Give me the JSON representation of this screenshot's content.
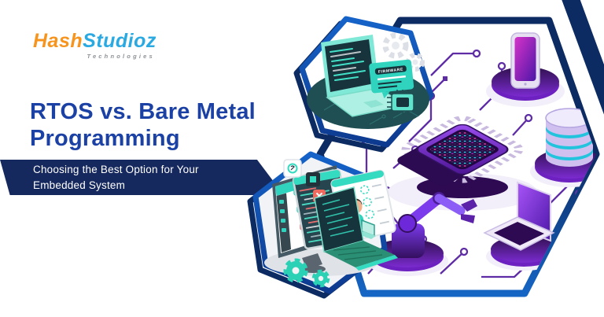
{
  "logo": {
    "brand_orange": "Hash",
    "brand_blue": "Studioz",
    "tagline": "Technologies"
  },
  "title": {
    "line1": "RTOS vs. Bare Metal",
    "line2": "Programming"
  },
  "subtitle_banner": {
    "line1": "Choosing the Best Option for Your",
    "line2": "Embedded System"
  },
  "illustration": {
    "firmware_card_label": "FIRMWARE",
    "icon_names": [
      "laptop-code-icon",
      "gear-icon",
      "firmware-card-icon",
      "microchip-icon",
      "cpu-chip-icon",
      "smartphone-icon",
      "database-icon",
      "robot-arm-icon",
      "purple-laptop-icon",
      "developer-figure",
      "monitor-flowchart-icon",
      "code-panel-icon",
      "circuit-traces"
    ]
  },
  "colors": {
    "title_blue": "#1b41a5",
    "banner_navy": "#16295e",
    "hex_border_navy": "#0d2b63",
    "hex_border_blue": "#1565c4",
    "circuit_purple": "#5e2ca5",
    "chip_purple": "#6d28d9",
    "teal": "#2fd3be",
    "dark_teal_platform": "#1f4f52",
    "logo_orange": "#f7941e",
    "logo_blue": "#2ba9e1",
    "led_cyan": "#27d0e0",
    "led_pink": "#e23fa0"
  }
}
